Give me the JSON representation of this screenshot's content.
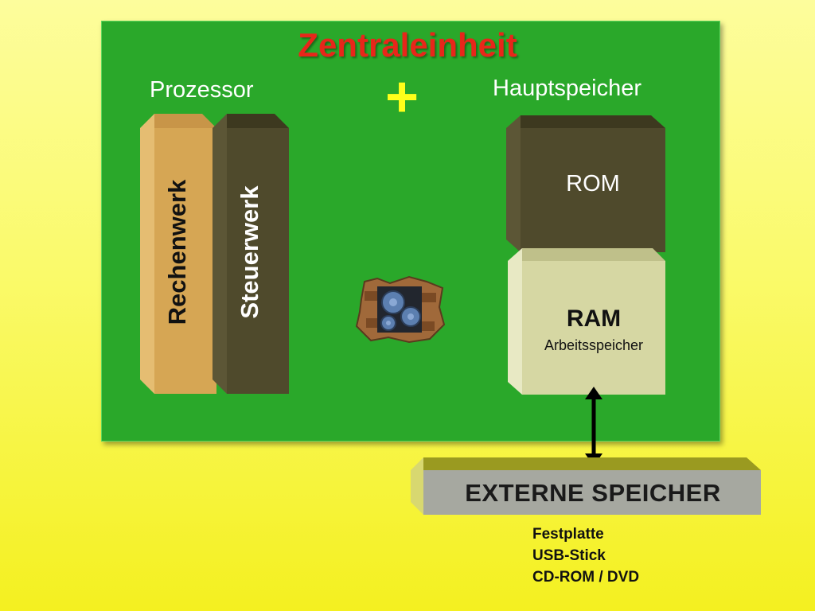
{
  "slide": {
    "title": "Zentraleinheit",
    "processor_label": "Prozessor",
    "memory_label": "Hauptspeicher",
    "plus_symbol": "+"
  },
  "processor": {
    "blocks": [
      {
        "label": "Rechenwerk",
        "color": "#d6a654",
        "text_color": "#111111"
      },
      {
        "label": "Steuerwerk",
        "color": "#4f4a2c",
        "text_color": "#ffffff"
      }
    ]
  },
  "memory": {
    "rom": {
      "label": "ROM",
      "color": "#4f4a2c"
    },
    "ram": {
      "label": "RAM",
      "sublabel": "Arbeitsspeicher",
      "color": "#d6d7a3"
    }
  },
  "gear_image": {
    "icon": "gears-in-brick-wall-icon"
  },
  "external": {
    "title": "EXTERNE SPEICHER",
    "items": [
      "Festplatte",
      "USB-Stick",
      "CD-ROM / DVD"
    ]
  },
  "colors": {
    "panel": "#2aa82a",
    "title": "#e8261a",
    "plus": "#ffff1a"
  }
}
